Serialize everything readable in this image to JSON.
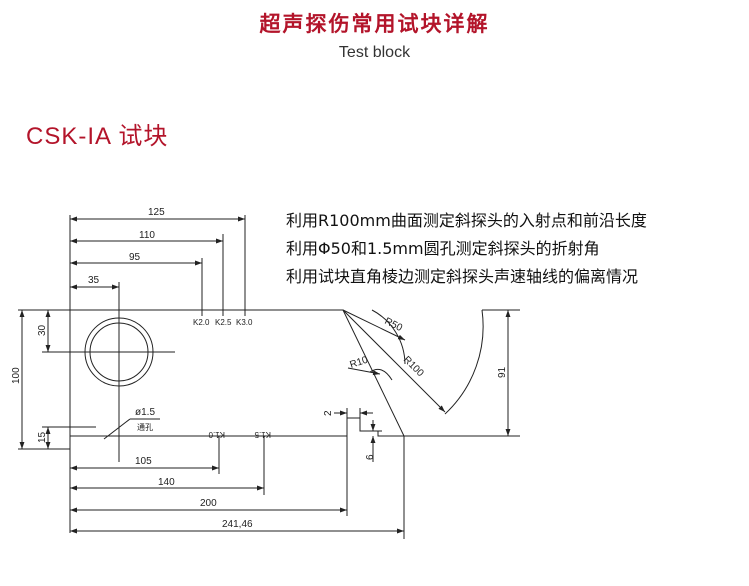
{
  "header": {
    "title": "超声探伤常用试块详解",
    "subtitle": "Test block"
  },
  "section": {
    "title": "CSK-IA 试块"
  },
  "descriptions": [
    "利用R100mm曲面测定斜探头的入射点和前沿长度",
    "利用Φ50和1.5mm圆孔测定斜探头的折射角",
    "利用试块直角棱边测定斜探头声速轴线的偏离情况"
  ],
  "drawing": {
    "top_dims": [
      "125",
      "110",
      "95",
      "35"
    ],
    "k_labels_top": [
      "K2.0",
      "K2.5",
      "K3.0"
    ],
    "k_labels_bottom": [
      "K1.0",
      "K1.5"
    ],
    "left_dims": [
      "30",
      "100",
      "15"
    ],
    "hole_label": "ø1.5",
    "hole_label2": "通孔",
    "radius_labels": [
      "R50",
      "R10",
      "R100"
    ],
    "right_dims": [
      "91",
      "2",
      "6"
    ],
    "bottom_dims": [
      "105",
      "140",
      "200",
      "241,46"
    ]
  }
}
